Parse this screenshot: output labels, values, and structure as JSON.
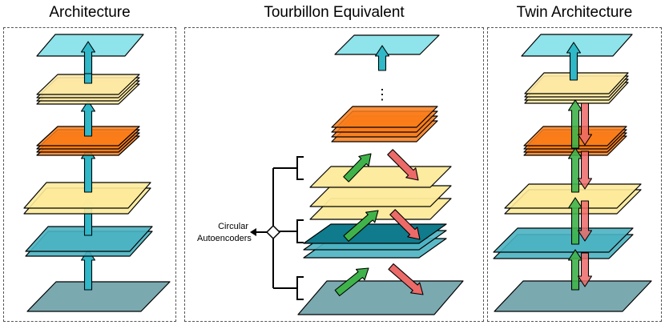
{
  "titles": {
    "architecture": "Architecture",
    "tourbillon": "Tourbillon Equivalent",
    "twin": "Twin Architecture"
  },
  "labels": {
    "circular_line1": "Circular",
    "circular_line2": "Autoencoders",
    "ellipsis": "⋮"
  },
  "colors": {
    "cyan_layer": "#8fe3ea",
    "pale_yellow_layer": "#fde9a4",
    "orange_layer": "#f97d1a",
    "light_yellow_layer": "#fdea9a",
    "teal_layer": "#4ab2c2",
    "dark_teal_layer": "#0f7b8c",
    "base_layer": "#7aa9b0",
    "up_arrow": "#2fb8c8",
    "green_arrow": "#3fb34a",
    "red_arrow": "#ec6a68"
  }
}
